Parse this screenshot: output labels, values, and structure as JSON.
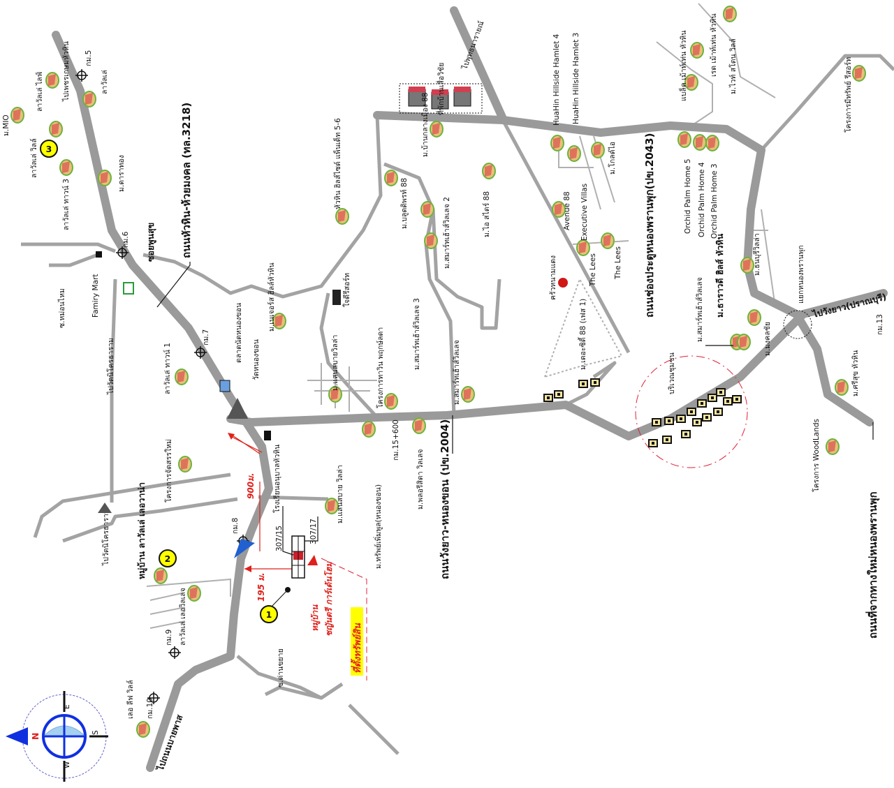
{
  "roads": {
    "road_3218": "ถนนหัวหิน-ห้วยมงคล (ทล.3218)",
    "road_2004": "ถนนวังยาว-หนองขอน (ปข.2004)",
    "road_2043": "ถนนช่องประตูหนองพรานพุก(ปข.2043)",
    "road_new": "ถนนที่จากทางใหม่หนองพรานพุก",
    "soi_poonsuk": "ซอยพูนสุข",
    "soi_monmai": "ซ.หม่อนไหม",
    "soi_wangyaiyai": "ซ.ด่านขยาย"
  },
  "directions": {
    "to_phetkasem": "ไปเพชรเกษมหัวหิน",
    "to_top": "ไปพุทธนารายณ์",
    "to_wat_nikhrotharam_1": "ไปวัดนิโครธาราม",
    "to_wat_nikhrotharam_2": "ไปวัดนิโครธาราม",
    "to_wangyao": "ไปวังยาว(ปราณบุรี)",
    "to_bangtaphan": "ไปถนนบายพาส"
  },
  "km_markers": [
    "กม.5",
    "กม.6",
    "กม.7",
    "กม.8",
    "กม.9",
    "กม.10",
    "กม.15+600",
    "กม.13"
  ],
  "landmarks": {
    "family_mart": "Famiry Mart",
    "market": "ตลาดนัดหนองขอน",
    "temple": "วัดหนองขอน",
    "school": "โรงเรียนอนุบาลหัวหิน",
    "jaidee": "ใจดีรีสอร์ท",
    "restaurant": "ครัวหนามแดง",
    "junction": "แยกหนองพรานพุก",
    "resthouse": "ที่พักบ้านเสื่อวิชัย",
    "village_area": "บริเวณชุมชน"
  },
  "projects": [
    "ลาวัลเล่",
    "ลาวัลเล่ ไลฟ์",
    "ม.MIO",
    "ลาวัลเล่ วิลล์",
    "ลาวัลเล่ ทาวน์ 3",
    "ม.ดาราทอง",
    "ลาวัลเล่ ทาวน์ 1",
    "ม.เนเจอร์ส ฮิลล์หัวหิน",
    "หัวหิน ฮิลส์ไซด์ แพ็นเด็ท 5-6",
    "ม.แสนสบายวิลล่า",
    "โครงการทาวิน พฤกษ์ลดา",
    "ม.สมาร์ทเฮ้าส์วิลเลจ 3",
    "ม.สมาร์ทเฮ้าส์วิลเลจ",
    "ม.บลูดดิพรท์ 88",
    "ม.บ้านกลางเมือง 88",
    "ม.สมาร์ทเฮ้าส์วิลเลจ 2",
    "ม.ไอ สไตร์ 88",
    "ม.พลอรีสิตา วิลเลจ",
    "ม.ทรัพย์เพิ่มพูล(หนองขอน)",
    "ม.แสนสบาย วิลล่า",
    "โครงการจัดสรรใหม่",
    "หมู่บ้าน ลาวัลเล่ เลอวาน่า",
    "ลาวัลเล่ เลอวิลเลจ",
    "เลอ ลีฟ วิลล์",
    "ม.เดอะซิตี้ 88 (เฟส 1)",
    "Avenue 88",
    "Executive Villas",
    "The Lees",
    "The Lees",
    "HuaHin Hillside Hamlet 4",
    "HuaHin Hillside Hamlet 3",
    "ม.โกลด์ไอ",
    "Orchid Palm Home 5",
    "Orchid Palm Home 4",
    "Orchid Palm Home 3",
    "แบล็ค เม้าท์เท่น หัวหิน",
    "เรด เม้าท์เท่น หัวหิน",
    "ม.ไวท์ สโตน วิลล์",
    "โครงการมีทรัพย์ รีสอร์ท",
    "ม.สมาร์ทเฮ้าส์วิลเลจ",
    "ม.ธาราวดี ฮิลส์ หัวหิน",
    "ม.ธนบุรีวิลล่า",
    "ม.มงคลชัย",
    "ม.ศรีสุข หัวหิน",
    "โครงการ WoodLands"
  ],
  "site": {
    "house_numbers": [
      "307/15",
      "307/17"
    ],
    "distance_1": "195 ม.",
    "distance_2": "900ม.",
    "marker_1": "1",
    "marker_2": "2",
    "marker_3": "3",
    "village_name": "หมู่บ้าน",
    "village_sub": "ชญันตรี การ์เด้นโฮม",
    "location_label": "ที่ตั้งทรัพย์สิน"
  },
  "compass": {
    "n": "N",
    "e": "E",
    "s": "S",
    "w": "W"
  },
  "colors": {
    "road": "#9a9a9a",
    "highlight": "#ffff00",
    "accent_red": "#e0201a",
    "compass_blue": "#1030e0"
  }
}
